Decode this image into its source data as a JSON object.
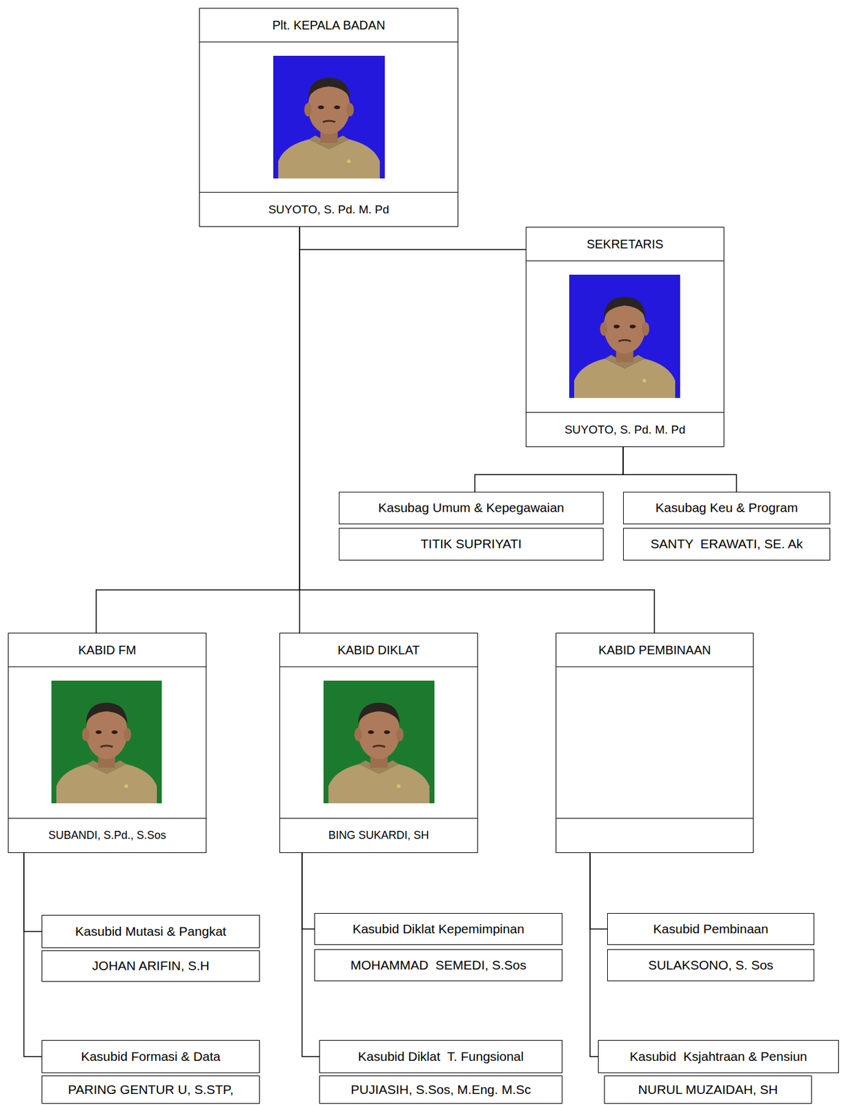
{
  "diagram": {
    "nodes": [
      {
        "text": [
          "Plt. KEPALA BADAN",
          "SUYOTO, S. Pd. M. Pd"
        ]
      },
      {
        "text": [
          "SEKRETARIS",
          "SUYOTO, S. Pd. M. Pd"
        ]
      },
      {
        "text": [
          "Kasubag Umum & Kepegawaian",
          "TITIK SUPRIYATI"
        ]
      },
      {
        "text": [
          "Kasubag Keu & Program",
          "SANTY  ERAWATI, SE. Ak"
        ]
      },
      {
        "text": [
          "KABID FM",
          "SUBANDI, S.Pd., S.Sos"
        ]
      },
      {
        "text": [
          "KABID DIKLAT",
          "BING SUKARDI, SH"
        ]
      },
      {
        "text": [
          "KABID PEMBINAAN"
        ]
      },
      {
        "text": [
          "Kasubid Mutasi & Pangkat",
          "JOHAN ARIFIN, S.H"
        ]
      },
      {
        "text": [
          "Kasubid Diklat Kepemimpinan",
          "MOHAMMAD  SEMEDI, S.Sos"
        ]
      },
      {
        "text": [
          "Kasubid Pembinaan",
          "SULAKSONO, S. Sos"
        ]
      },
      {
        "text": [
          "Kasubid Formasi & Data",
          "PARING GENTUR U, S.STP,"
        ]
      },
      {
        "text": [
          "Kasubid Diklat  T. Fungsional",
          "PUJIASIH, S.Sos, M.Eng. M.Sc"
        ]
      },
      {
        "text": [
          "Kasubid  Ksjahtraan & Pensiun",
          "NURUL MUZAIDAH, SH"
        ]
      }
    ],
    "edges": [
      {
        "from": 0,
        "to": 1,
        "arrow": "none"
      },
      {
        "from": 1,
        "to": 2,
        "arrow": "none"
      },
      {
        "from": 1,
        "to": 3,
        "arrow": "none"
      },
      {
        "from": 0,
        "to": 4,
        "arrow": "none"
      },
      {
        "from": 0,
        "to": 5,
        "arrow": "none"
      },
      {
        "from": 0,
        "to": 6,
        "arrow": "none"
      },
      {
        "from": 4,
        "to": 7,
        "arrow": "none"
      },
      {
        "from": 4,
        "to": 10,
        "arrow": "none"
      },
      {
        "from": 5,
        "to": 8,
        "arrow": "none"
      },
      {
        "from": 5,
        "to": 11,
        "arrow": "none"
      },
      {
        "from": 6,
        "to": 9,
        "arrow": "none"
      },
      {
        "from": 6,
        "to": 12,
        "arrow": "none"
      }
    ]
  }
}
